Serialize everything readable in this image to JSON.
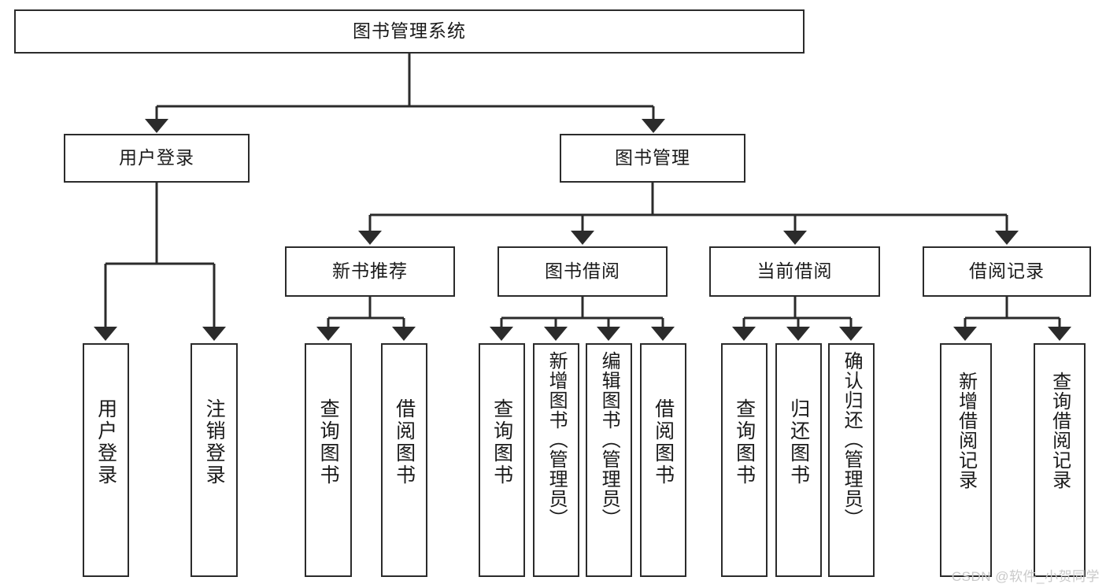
{
  "diagram": {
    "title": "图书管理系统",
    "type": "tree-hierarchy-chart",
    "watermark": "CSDN @软件_小贺同学",
    "colors": {
      "box_border": "#2b2b2b",
      "box_fill": "#ffffff",
      "connector": "#2b2b2b",
      "text": "#1a1a1a",
      "watermark": "#c9c9c9",
      "background": "#ffffff"
    },
    "root": {
      "label": "图书管理系统"
    },
    "level1": [
      {
        "label": "用户登录"
      },
      {
        "label": "图书管理"
      }
    ],
    "level2": [
      {
        "label": "新书推荐"
      },
      {
        "label": "图书借阅"
      },
      {
        "label": "当前借阅"
      },
      {
        "label": "借阅记录"
      }
    ],
    "leaves": {
      "user_login": [
        {
          "label": "用户登录"
        },
        {
          "label": "注销登录"
        }
      ],
      "new_book_recommend": [
        {
          "label": "查询图书"
        },
        {
          "label": "借阅图书"
        }
      ],
      "book_borrow": [
        {
          "label": "查询图书"
        },
        {
          "label": "新增图书（管理员）"
        },
        {
          "label": "编辑图书（管理员）"
        },
        {
          "label": "借阅图书"
        }
      ],
      "current_borrow": [
        {
          "label": "查询图书"
        },
        {
          "label": "归还图书"
        },
        {
          "label": "确认归还（管理员）"
        }
      ],
      "borrow_record": [
        {
          "label": "新增借阅记录"
        },
        {
          "label": "查询借阅记录"
        }
      ]
    }
  }
}
